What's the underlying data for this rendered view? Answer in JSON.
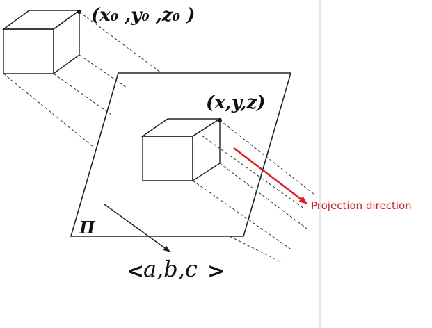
{
  "labels": {
    "source_point": "(x₀ ,y₀ ,z₀ )",
    "image_point": "(x,y,z)",
    "plane": "Π",
    "vector_open": "<",
    "vector": "a,b,c",
    "vector_close": ">",
    "projection_direction": "Projection direction"
  },
  "colors": {
    "line": "#222222",
    "dashed": "#333333",
    "accent": "#e8141b"
  }
}
